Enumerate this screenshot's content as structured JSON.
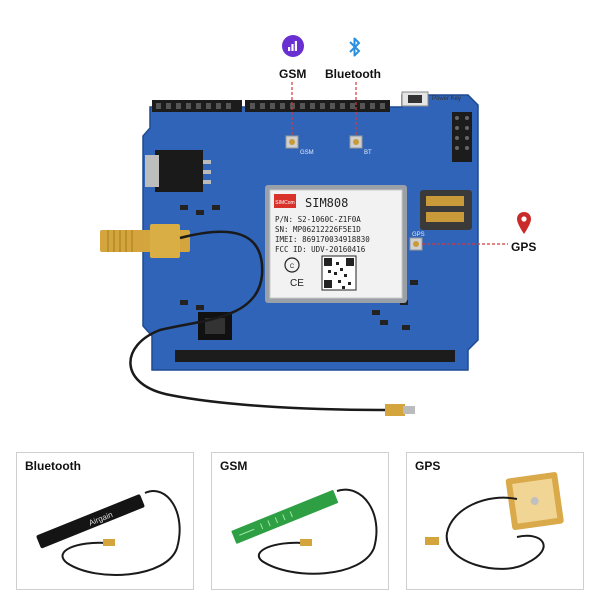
{
  "callouts": {
    "gsm_label": "GSM",
    "bluetooth_label": "Bluetooth",
    "gps_label": "GPS"
  },
  "module": {
    "name": "SIM808",
    "brand": "SIMCom",
    "part_no": "P/N: S2-1060C-Z1F0A",
    "serial": "SN: MP06212226F5E1D",
    "imei": "IMEI: 869170034918830",
    "fcc": "FCC ID: UDV-20160416"
  },
  "board_labels": {
    "power_key": "Power Key",
    "gsm": "GSM",
    "bt": "BT",
    "gps": "GPS"
  },
  "panels": [
    {
      "title": "Bluetooth",
      "antenna_text": "Airgain"
    },
    {
      "title": "GSM"
    },
    {
      "title": "GPS"
    }
  ],
  "colors": {
    "pcb": "#2f64b8",
    "callout_line": "#d43a3a",
    "signal_icon": "#6a2fd0",
    "bluetooth_icon": "#2a8fe0",
    "gps_pin": "#c92b2b",
    "gsm_antenna": "#2ea043",
    "gps_patch": "#d9a94a"
  },
  "icons": [
    "signal-bars-icon",
    "bluetooth-icon",
    "location-pin-icon"
  ]
}
